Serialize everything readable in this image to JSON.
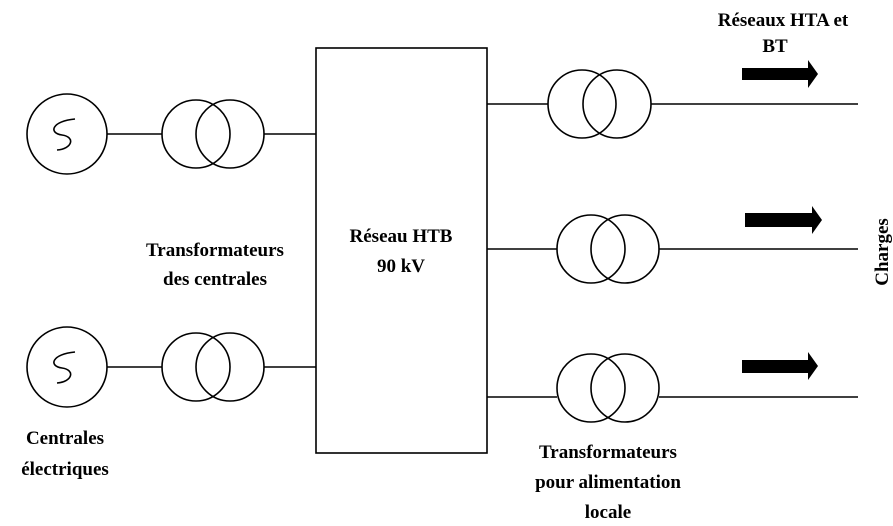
{
  "labels": {
    "reseaux_line1": "Réseaux HTA et",
    "reseaux_line2": "BT",
    "charges": "Charges",
    "htb_line1": "Réseau HTB",
    "htb_line2": "90 kV",
    "tc_line1": "Transformateurs",
    "tc_line2": "des centrales",
    "ce_line1": "Centrales",
    "ce_line2": "électriques",
    "tl_line1": "Transformateurs",
    "tl_line2": "pour alimentation",
    "tl_line3": "locale"
  },
  "colors": {
    "stroke": "#000000",
    "background": "#ffffff"
  }
}
